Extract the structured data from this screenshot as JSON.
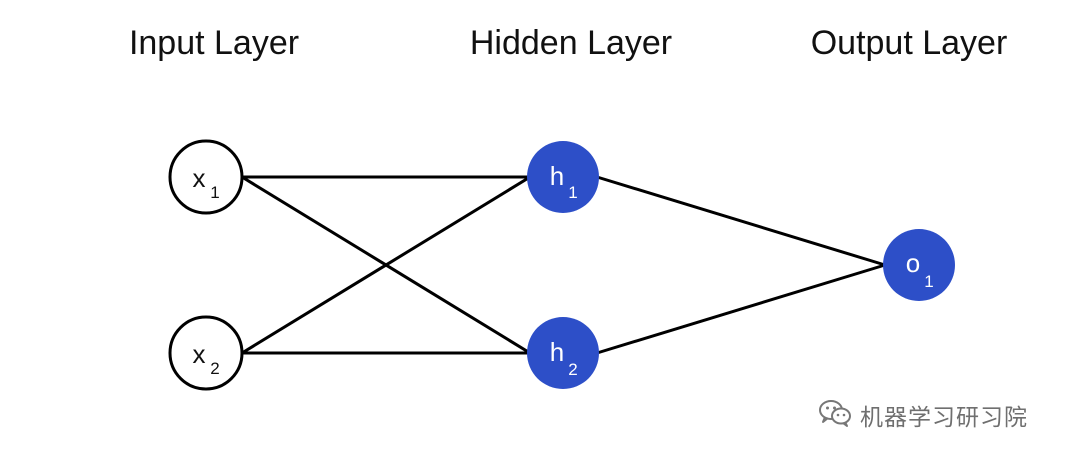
{
  "layers": [
    {
      "id": "input",
      "title": "Input Layer"
    },
    {
      "id": "hidden",
      "title": "Hidden Layer"
    },
    {
      "id": "output",
      "title": "Output Layer"
    }
  ],
  "nodes": {
    "x1": {
      "main": "x",
      "sub": "1",
      "layer": "input",
      "style": "outline"
    },
    "x2": {
      "main": "x",
      "sub": "2",
      "layer": "input",
      "style": "outline"
    },
    "h1": {
      "main": "h",
      "sub": "1",
      "layer": "hidden",
      "style": "filled"
    },
    "h2": {
      "main": "h",
      "sub": "2",
      "layer": "hidden",
      "style": "filled"
    },
    "o1": {
      "main": "o",
      "sub": "1",
      "layer": "output",
      "style": "filled"
    }
  },
  "edges": [
    [
      "x1",
      "h1"
    ],
    [
      "x1",
      "h2"
    ],
    [
      "x2",
      "h1"
    ],
    [
      "x2",
      "h2"
    ],
    [
      "h1",
      "o1"
    ],
    [
      "h2",
      "o1"
    ]
  ],
  "colors": {
    "filled_node": "#2d4fc8",
    "outline_node_fill": "#ffffff",
    "outline_stroke": "#000000",
    "edge": "#000000",
    "filled_text": "#ffffff",
    "outline_text": "#111111"
  },
  "watermark": {
    "icon": "wechat-icon",
    "text": "机器学习研习院"
  }
}
